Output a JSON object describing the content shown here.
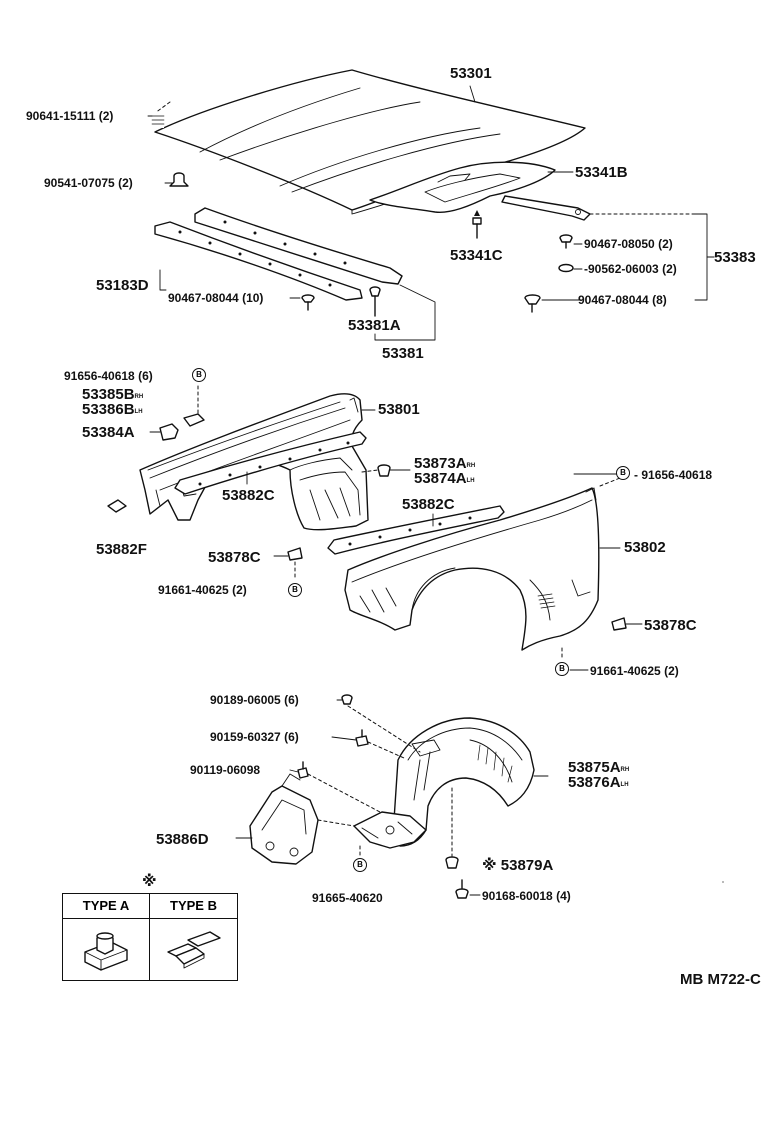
{
  "diagram": {
    "code": "MB M722-C",
    "parts": {
      "p53301": "53301",
      "p90641": "90641-15111",
      "p90641q": "(2)",
      "p90541": "90541-07075",
      "p90541q": "(2)",
      "p53341B": "53341B",
      "p53341C": "53341C",
      "p53383": "53383",
      "p90467_08050": "90467-08050",
      "p90467_08050q": "(2)",
      "p90562": "90562-06003",
      "p90562q": "(2)",
      "p90467_08044b": "90467-08044",
      "p90467_08044bq": "(8)",
      "p53183D": "53183D",
      "p90467_08044a": "90467-08044",
      "p90467_08044aq": "(10)",
      "p53381A": "53381A",
      "p53381": "53381",
      "p91656_top": "91656-40618",
      "p91656_topq": "(6)",
      "p53385B": "53385B",
      "p53386B": "53386B",
      "p53384A": "53384A",
      "p53801": "53801",
      "p53873A": "53873A",
      "p53874A": "53874A",
      "p53882C_l": "53882C",
      "p53882C_r": "53882C",
      "p53882F": "53882F",
      "p53878C_l": "53878C",
      "p91661_l": "91661-40625",
      "p91661_lq": "(2)",
      "p91656_r": "91656-40618",
      "p53802": "53802",
      "p53878C_r": "53878C",
      "p91661_r": "91661-40625",
      "p91661_rq": "(2)",
      "p90189": "90189-06005",
      "p90189q": "(6)",
      "p90159": "90159-60327",
      "p90159q": "(6)",
      "p90119": "90119-06098",
      "p53875A": "53875A",
      "p53876A": "53876A",
      "p53886D": "53886D",
      "p53879A": "53879A",
      "p91665": "91665-40620",
      "p90168": "90168-60018",
      "p90168q": "(4)"
    },
    "side_rh": "RH",
    "side_lh": "LH",
    "callout_b": "B",
    "asterisk": "※",
    "type_a": "TYPE A",
    "type_b": "TYPE B"
  }
}
